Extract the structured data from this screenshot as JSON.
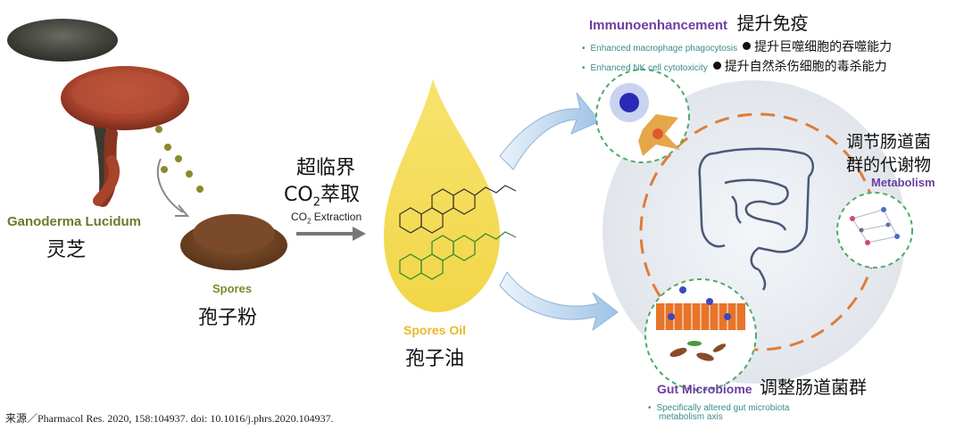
{
  "ganoderma": {
    "en": "Ganoderma Lucidum",
    "zh": "灵芝"
  },
  "spores": {
    "en": "Spores",
    "zh": "孢子粉"
  },
  "extraction": {
    "zh_line1": "超临界",
    "zh_co": "CO",
    "zh_sub": "2",
    "zh_tail": "萃取",
    "en_co": "CO",
    "en_sub": "2",
    "en_tail": " Extraction"
  },
  "oil": {
    "en": "Spores Oil",
    "zh": "孢子油"
  },
  "immuno": {
    "title_en": "Immunoenhancement",
    "title_zh": "提升免疫",
    "items": [
      {
        "en": "Enhanced macrophage phagocytosis",
        "zh": "提升巨噬细胞的吞噬能力"
      },
      {
        "en": "Enhanced NK cell cytotoxicity",
        "zh": "提升自然杀伤细胞的毒杀能力"
      }
    ]
  },
  "metabolism": {
    "zh_line1": "调节肠道菌",
    "zh_line2": "群的代谢物",
    "en": "Metabolism"
  },
  "gut": {
    "title_en": "Gut Microbiome",
    "title_zh": "调整肠道菌群",
    "item_line1": "Specifically altered gut microbiota",
    "item_line2": "metabolism axis"
  },
  "source": "来源／Pharmacol Res. 2020, 158:104937. doi: 10.1016/j.phrs.2020.104937.",
  "colors": {
    "mushroom_cap": "#a8432c",
    "spore_powder": "#7a4a2a",
    "oil_drop": "#f4dc5a",
    "arrow_blue": "#a9cbe8",
    "ring_orange": "#e07b3a",
    "dashed_green": "#4caa6a",
    "title_purple": "#6b3fa0",
    "label_green": "#6b7a2a",
    "label_yellow": "#e8b92a"
  }
}
